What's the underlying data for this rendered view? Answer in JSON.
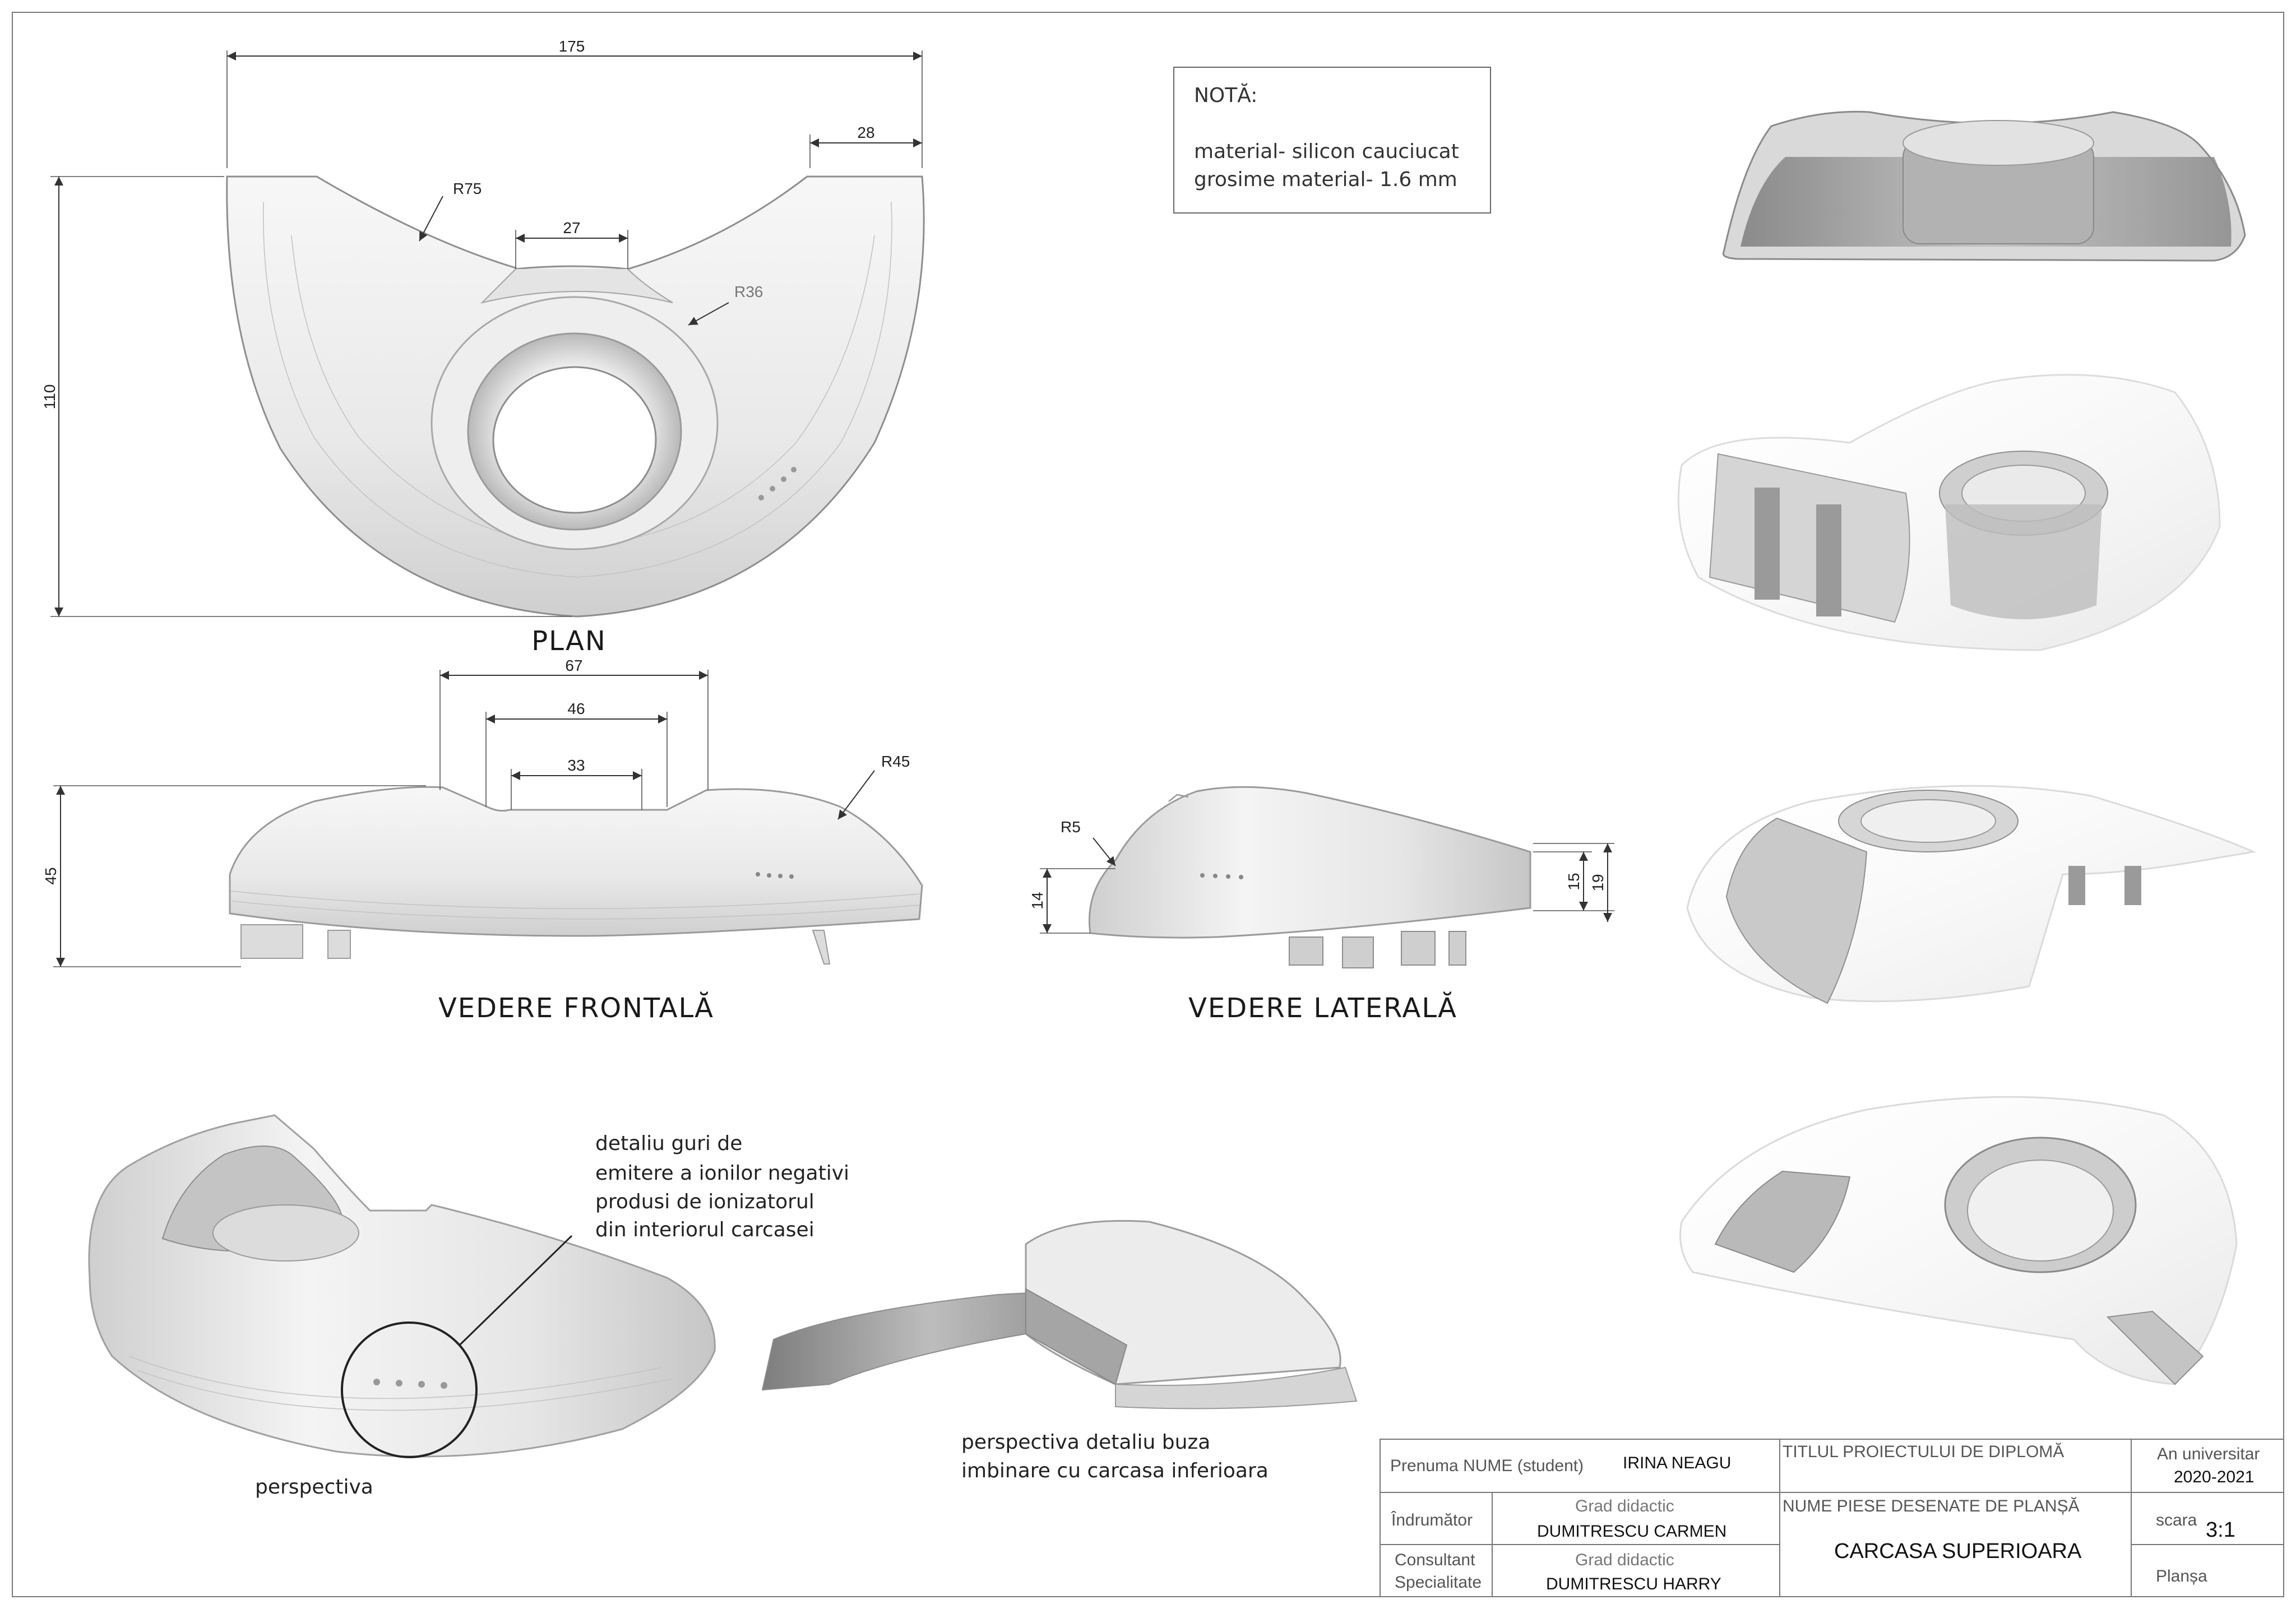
{
  "dimensions": {
    "plan_width": "175",
    "plan_notch_right": "28",
    "plan_radius_outer": "R75",
    "plan_notch_center": "27",
    "plan_radius_inner": "R36",
    "plan_height": "110",
    "front_width_outer": "67",
    "front_width_mid": "46",
    "front_width_inner": "33",
    "front_radius": "R45",
    "front_height": "45",
    "side_radius": "R5",
    "side_left_height": "14",
    "side_right_inner": "15",
    "side_right_outer": "19"
  },
  "view_labels": {
    "plan": "PLAN",
    "front": "VEDERE FRONTALĂ",
    "side": "VEDERE LATERALĂ"
  },
  "note": {
    "title": "NOTĂ:",
    "line1": "material- silicon cauciucat",
    "line2": "grosime material- 1.6 mm"
  },
  "annotations": {
    "detail_line1": "detaliu guri de",
    "detail_line2": "emitere a ionilor negativi",
    "detail_line3": "produsi de ionizatorul",
    "detail_line4": "din interiorul carcasei",
    "perspective": "perspectiva",
    "lip_line1": "perspectiva detaliu buza",
    "lip_line2": "imbinare cu carcasa inferioara"
  },
  "title_block": {
    "student_label": "Prenuma NUME (student)",
    "student_name": "IRINA NEAGU",
    "project_title_label": "TITLUL PROIECTULUI DE DIPLOMĂ",
    "year_label": "An universitar",
    "year_value": "2020-2021",
    "advisor_label": "Îndrumător",
    "advisor_grade": "Grad didactic",
    "advisor_name": "DUMITRESCU CARMEN",
    "parts_label": "NUME PIESE DESENATE DE PLANȘĂ",
    "scale_label": "scara",
    "scale_value": "3:1",
    "consultant_label_1": "Consultant",
    "consultant_label_2": "Specialitate",
    "consultant_grade": "Grad didactic",
    "consultant_name": "DUMITRESCU HARRY",
    "part_name": "CARCASA SUPERIOARA",
    "sheet_label": "Planșa"
  }
}
